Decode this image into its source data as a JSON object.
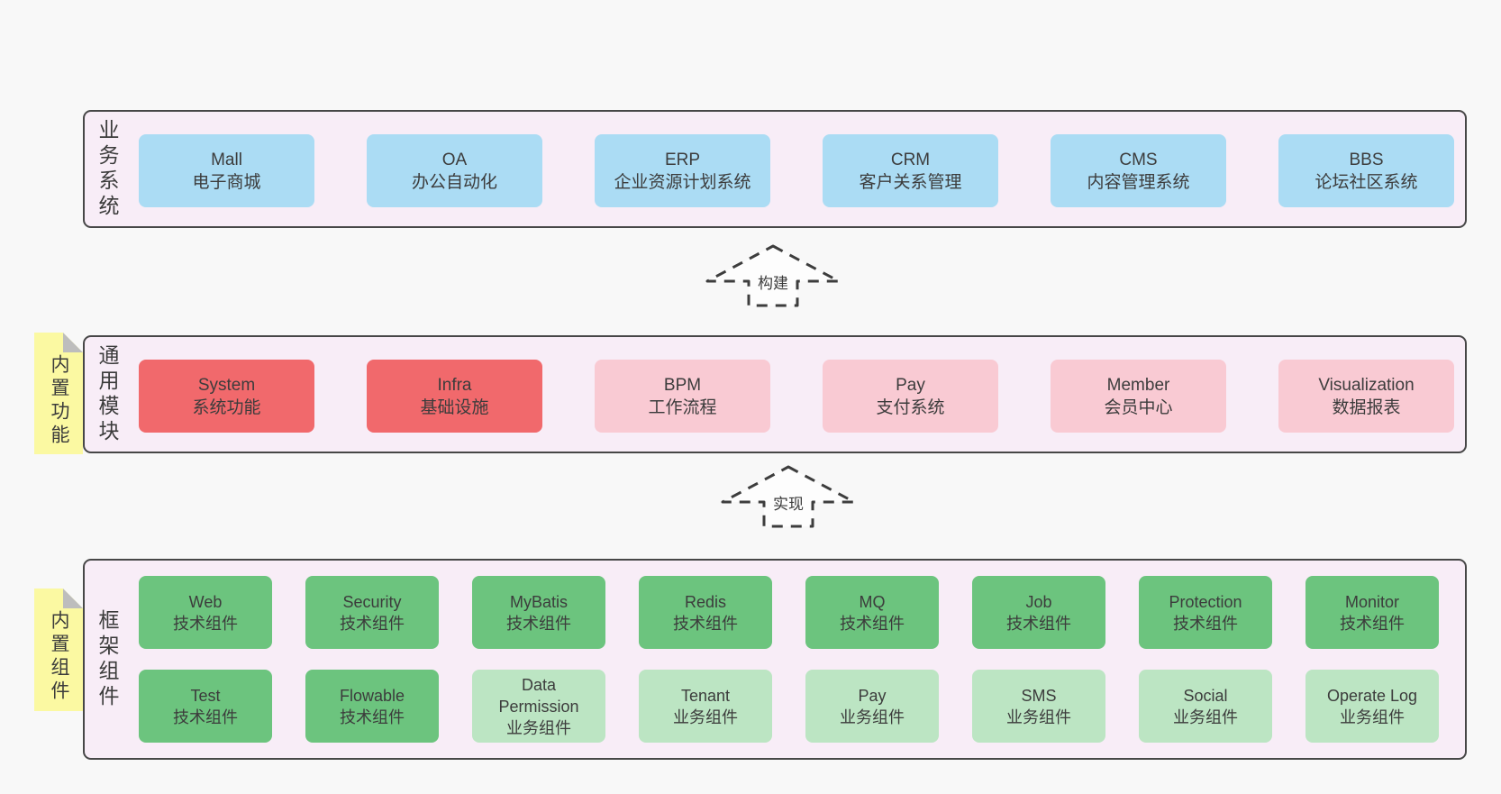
{
  "colors": {
    "blue": "#abdcf4",
    "red": "#f1696c",
    "pink": "#f9cad3",
    "green_dark": "#6cc47e",
    "green_light": "#bce5c3",
    "panel": "#f8edf7",
    "note_yellow": "#fbf9a2",
    "border": "#474747",
    "text": "#3f3f3f"
  },
  "arrows": [
    {
      "label": "构建"
    },
    {
      "label": "实现"
    }
  ],
  "layers": {
    "business": {
      "side_label": "业务系统",
      "boxes": [
        {
          "name": "Mall",
          "sub": "电子商城",
          "color": "blue"
        },
        {
          "name": "OA",
          "sub": "办公自动化",
          "color": "blue"
        },
        {
          "name": "ERP",
          "sub": "企业资源计划系统",
          "color": "blue"
        },
        {
          "name": "CRM",
          "sub": "客户关系管理",
          "color": "blue"
        },
        {
          "name": "CMS",
          "sub": "内容管理系统",
          "color": "blue"
        },
        {
          "name": "BBS",
          "sub": "论坛社区系统",
          "color": "blue"
        }
      ]
    },
    "modules": {
      "side_label": "通用模块",
      "note": "内置功能",
      "boxes": [
        {
          "name": "System",
          "sub": "系统功能",
          "color": "red"
        },
        {
          "name": "Infra",
          "sub": "基础设施",
          "color": "red"
        },
        {
          "name": "BPM",
          "sub": "工作流程",
          "color": "pink"
        },
        {
          "name": "Pay",
          "sub": "支付系统",
          "color": "pink"
        },
        {
          "name": "Member",
          "sub": "会员中心",
          "color": "pink"
        },
        {
          "name": "Visualization",
          "sub": "数据报表",
          "color": "pink"
        }
      ]
    },
    "components": {
      "side_label": "框架组件",
      "note": "内置组件",
      "row1": [
        {
          "name": "Web",
          "sub": "技术组件",
          "color": "green_dark"
        },
        {
          "name": "Security",
          "sub": "技术组件",
          "color": "green_dark"
        },
        {
          "name": "MyBatis",
          "sub": "技术组件",
          "color": "green_dark"
        },
        {
          "name": "Redis",
          "sub": "技术组件",
          "color": "green_dark"
        },
        {
          "name": "MQ",
          "sub": "技术组件",
          "color": "green_dark"
        },
        {
          "name": "Job",
          "sub": "技术组件",
          "color": "green_dark"
        },
        {
          "name": "Protection",
          "sub": "技术组件",
          "color": "green_dark"
        },
        {
          "name": "Monitor",
          "sub": "技术组件",
          "color": "green_dark"
        }
      ],
      "row2": [
        {
          "name": "Test",
          "sub": "技术组件",
          "color": "green_dark"
        },
        {
          "name": "Flowable",
          "sub": "技术组件",
          "color": "green_dark"
        },
        {
          "name": "Data Permission",
          "sub": "业务组件",
          "color": "green_light"
        },
        {
          "name": "Tenant",
          "sub": "业务组件",
          "color": "green_light"
        },
        {
          "name": "Pay",
          "sub": "业务组件",
          "color": "green_light"
        },
        {
          "name": "SMS",
          "sub": "业务组件",
          "color": "green_light"
        },
        {
          "name": "Social",
          "sub": "业务组件",
          "color": "green_light"
        },
        {
          "name": "Operate Log",
          "sub": "业务组件",
          "color": "green_light"
        }
      ]
    }
  }
}
